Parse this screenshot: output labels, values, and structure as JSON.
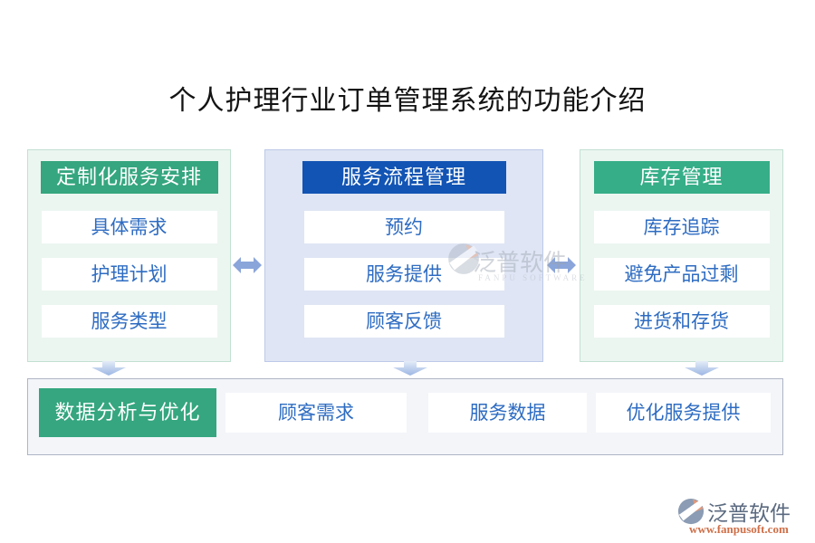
{
  "title": "个人护理行业订单管理系统的功能介绍",
  "columns": [
    {
      "header": "定制化服务安排",
      "items": [
        "具体需求",
        "护理计划",
        "服务类型"
      ]
    },
    {
      "header": "服务流程管理",
      "items": [
        "预约",
        "服务提供",
        "顾客反馈"
      ]
    },
    {
      "header": "库存管理",
      "items": [
        "库存追踪",
        "避免产品过剩",
        "进货和存货"
      ]
    }
  ],
  "bottom": {
    "header": "数据分析与优化",
    "items": [
      "顾客需求",
      "服务数据",
      "优化服务提供"
    ]
  },
  "watermark_center": {
    "brand": "泛普软件",
    "brand_en": "FANPU SOFTWARE"
  },
  "watermark_corner": {
    "brand": "泛普软件",
    "url": "www.fanpusoft.com"
  },
  "colors": {
    "green_header": "#35a67f",
    "green_header_right": "#36ae88",
    "blue_header": "#1254b4",
    "item_text": "#2e6cc2",
    "green_panel_bg": "#ecf6f1",
    "green_panel_border": "#c2e0d2",
    "blue_panel_bg": "#dfe5f4",
    "blue_panel_border": "#bcc9e8",
    "bottom_band_bg": "#f3f5f9",
    "bottom_band_border": "#aeb5c4",
    "arrow": "#8aa5da",
    "watermark_url": "#cf6f48"
  }
}
